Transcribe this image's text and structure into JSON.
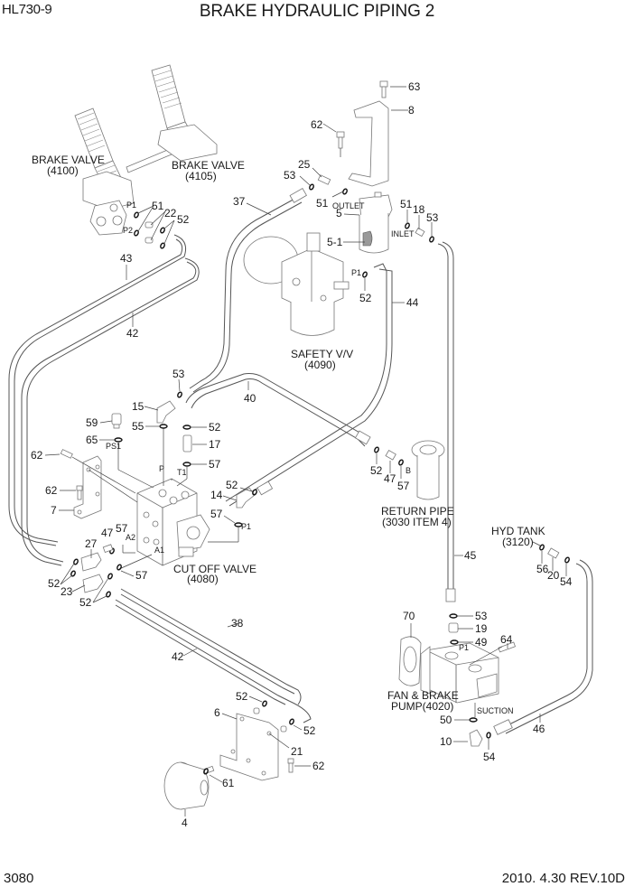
{
  "header": {
    "model": "HL730-9",
    "title": "BRAKE HYDRAULIC PIPING 2"
  },
  "footer": {
    "page_number": "3080",
    "revision": "2010. 4.30  REV.10D"
  },
  "components": {
    "brake_valve_left": {
      "name": "BRAKE VALVE",
      "ref": "(4100)"
    },
    "brake_valve_right": {
      "name": "BRAKE VALVE",
      "ref": "(4105)"
    },
    "safety_valve": {
      "name": "SAFETY V/V",
      "ref": "(4090)"
    },
    "cut_off_valve": {
      "name": "CUT OFF VALVE",
      "ref": "(4080)"
    },
    "return_pipe": {
      "name": "RETURN PIPE",
      "ref": "(3030 ITEM 4)"
    },
    "hyd_tank": {
      "name": "HYD  TANK",
      "ref": "(3120)"
    },
    "pump": {
      "name": "FAN & BRAKE",
      "ref": "PUMP(4020)"
    }
  },
  "port_labels": {
    "p1_brake": "P1",
    "p2_brake": "P2",
    "outlet": "OUTLET",
    "inlet": "INLET",
    "p1_safety": "P1",
    "ps1": "PS1",
    "p": "P",
    "t1": "T1",
    "p1_cutoff": "P1",
    "a1": "A1",
    "a2": "A2",
    "b": "B",
    "p1_pump": "P1",
    "suction": "SUCTION"
  },
  "callouts": {
    "c63": "63",
    "c8": "8",
    "c62a": "62",
    "c25": "25",
    "c53a": "53",
    "c51a": "51",
    "c5": "5",
    "c51b": "51",
    "c18": "18",
    "c53b": "53",
    "c5_1": "5-1",
    "c37": "37",
    "c51c": "51",
    "c22": "22",
    "c52a": "52",
    "c43": "43",
    "c42a": "42",
    "c52b": "52",
    "c44": "44",
    "c53c": "53",
    "c15": "15",
    "c40": "40",
    "c59": "59",
    "c55": "55",
    "c52c": "52",
    "c65": "65",
    "c17": "17",
    "c62b": "62",
    "c57a": "57",
    "c62c": "62",
    "c52d": "52",
    "c14": "14",
    "c7": "7",
    "c57b": "57",
    "c52e": "52",
    "c47a": "47",
    "c57c": "57",
    "c47b": "47",
    "c27": "27",
    "c57d": "57",
    "c52f": "52",
    "c23": "23",
    "c57e": "57",
    "c52g": "52",
    "c45": "45",
    "c56": "56",
    "c20": "20",
    "c54a": "54",
    "c38": "38",
    "c42b": "42",
    "c70": "70",
    "c53d": "53",
    "c19": "19",
    "c49": "49",
    "c64": "64",
    "c52h": "52",
    "c6": "6",
    "c52i": "52",
    "c21": "21",
    "c50": "50",
    "c46": "46",
    "c10": "10",
    "c54b": "54",
    "c62d": "62",
    "c61": "61",
    "c4": "4"
  }
}
